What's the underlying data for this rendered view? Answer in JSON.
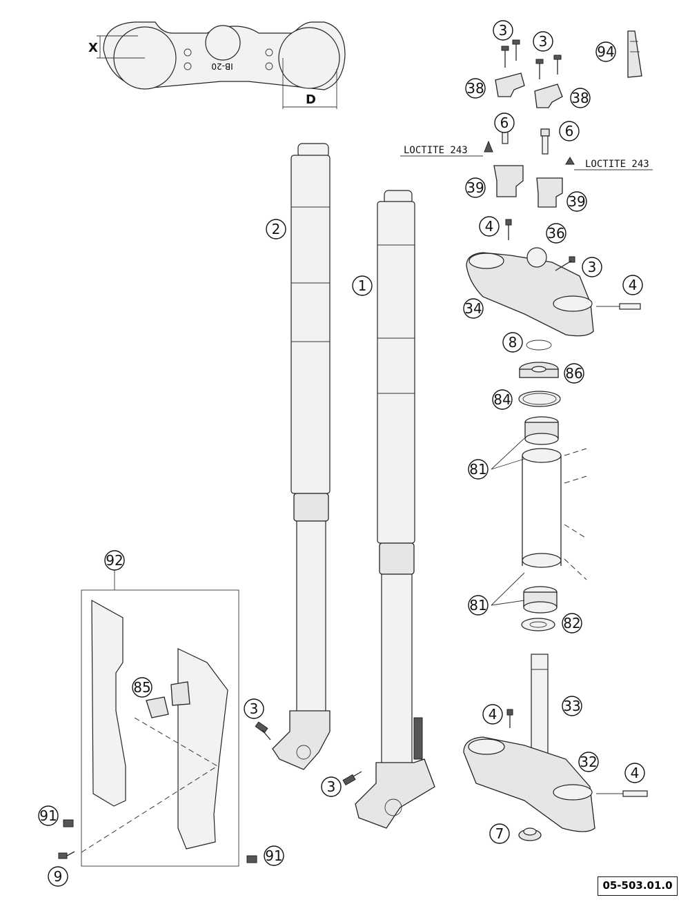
{
  "callouts": {
    "c1": "1",
    "c2": "2",
    "c3a": "3",
    "c3b": "3",
    "c3c": "3",
    "c3d": "3",
    "c3e": "3",
    "c4a": "4",
    "c4b": "4",
    "c4c": "4",
    "c4d": "4",
    "c6a": "6",
    "c6b": "6",
    "c7": "7",
    "c8": "8",
    "c9": "9",
    "c32": "32",
    "c33": "33",
    "c34": "34",
    "c36": "36",
    "c38a": "38",
    "c38b": "38",
    "c39a": "39",
    "c39b": "39",
    "c81a": "81",
    "c81b": "81",
    "c82": "82",
    "c84": "84",
    "c85": "85",
    "c86": "86",
    "c91a": "91",
    "c91b": "91",
    "c92": "92",
    "c94": "94"
  },
  "labels": {
    "loctite_left": "LOCTITE 243",
    "loctite_right": "LOCTITE 243",
    "dim_x": "X",
    "dim_d": "D",
    "clamp_code": "IB-20"
  },
  "reference": "05-503.01.0"
}
